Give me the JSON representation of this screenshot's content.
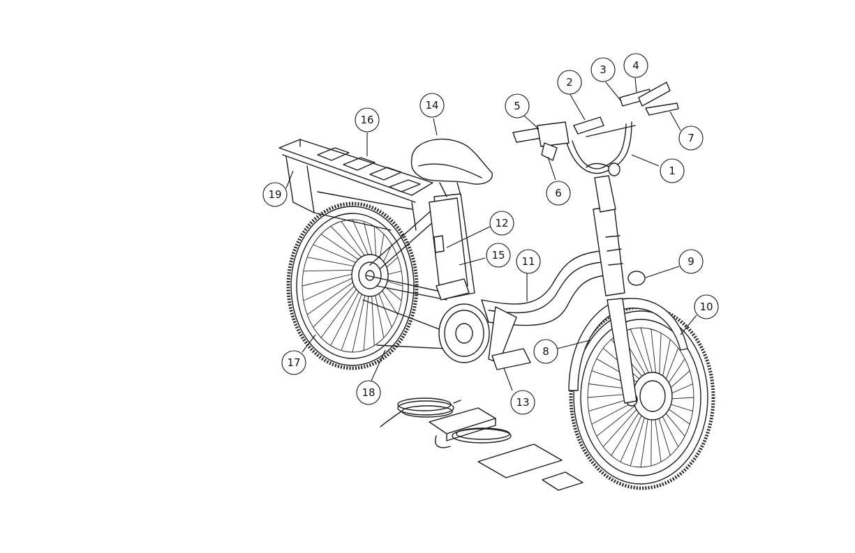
{
  "callouts": [
    {
      "n": "1",
      "label": "1"
    },
    {
      "n": "2",
      "label": "2"
    },
    {
      "n": "3",
      "label": "3"
    },
    {
      "n": "4",
      "label": "4"
    },
    {
      "n": "5",
      "label": "5"
    },
    {
      "n": "6",
      "label": "6"
    },
    {
      "n": "7",
      "label": "7"
    },
    {
      "n": "8",
      "label": "8"
    },
    {
      "n": "9",
      "label": "9"
    },
    {
      "n": "10",
      "label": "10"
    },
    {
      "n": "11",
      "label": "11"
    },
    {
      "n": "12",
      "label": "12"
    },
    {
      "n": "13",
      "label": "13"
    },
    {
      "n": "14",
      "label": "14"
    },
    {
      "n": "15",
      "label": "15"
    },
    {
      "n": "16",
      "label": "16"
    },
    {
      "n": "17",
      "label": "17"
    },
    {
      "n": "18",
      "label": "18"
    },
    {
      "n": "19",
      "label": "19"
    }
  ]
}
